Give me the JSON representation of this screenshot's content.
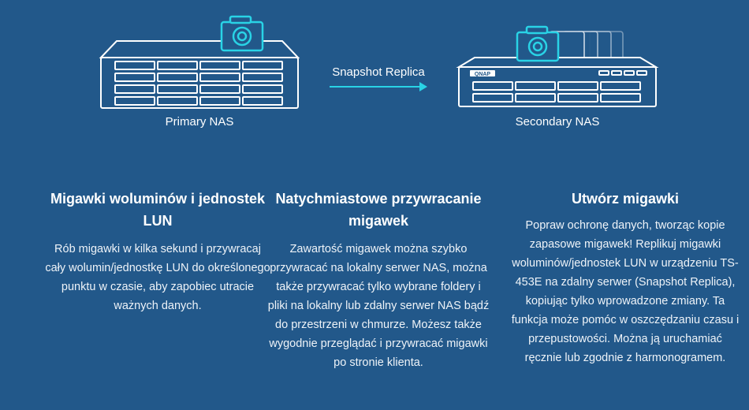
{
  "diagram": {
    "primary_label": "Primary NAS",
    "secondary_label": "Secondary NAS",
    "arrow_label": "Snapshot Replica",
    "secondary_brand": "QNAP",
    "icons": [
      "camera-icon",
      "arrow-right-icon",
      "nas-server-icon"
    ]
  },
  "columns": [
    {
      "title": "Migawki woluminów i jednostek LUN",
      "body": "Rób migawki w kilka sekund i przywracaj cały wolumin/jednostkę LUN do określonego punktu w czasie, aby zapobiec utracie ważnych danych."
    },
    {
      "title": "Natychmiastowe przywracanie migawek",
      "body": "Zawartość migawek można szybko przywracać na lokalny serwer NAS, można także przywracać tylko wybrane foldery i pliki na lokalny lub zdalny serwer NAS bądź do przestrzeni w chmurze. Możesz także wygodnie przeglądać i przywracać migawki po stronie klienta."
    },
    {
      "title": "Utwórz migawki",
      "body": "Popraw ochronę danych, tworząc kopie zapasowe migawek! Replikuj migawki woluminów/jednostek LUN w urządzeniu TS-453E na zdalny serwer (Snapshot Replica), kopiując tylko wprowadzone zmiany. Ta funkcja może pomóc w oszczędzaniu czasu i przepustowości. Można ją uruchamiać ręcznie lub zgodnie z harmonogramem."
    }
  ],
  "colors": {
    "background": "#22588a",
    "accent": "#29d3e6",
    "text": "#ffffff"
  }
}
